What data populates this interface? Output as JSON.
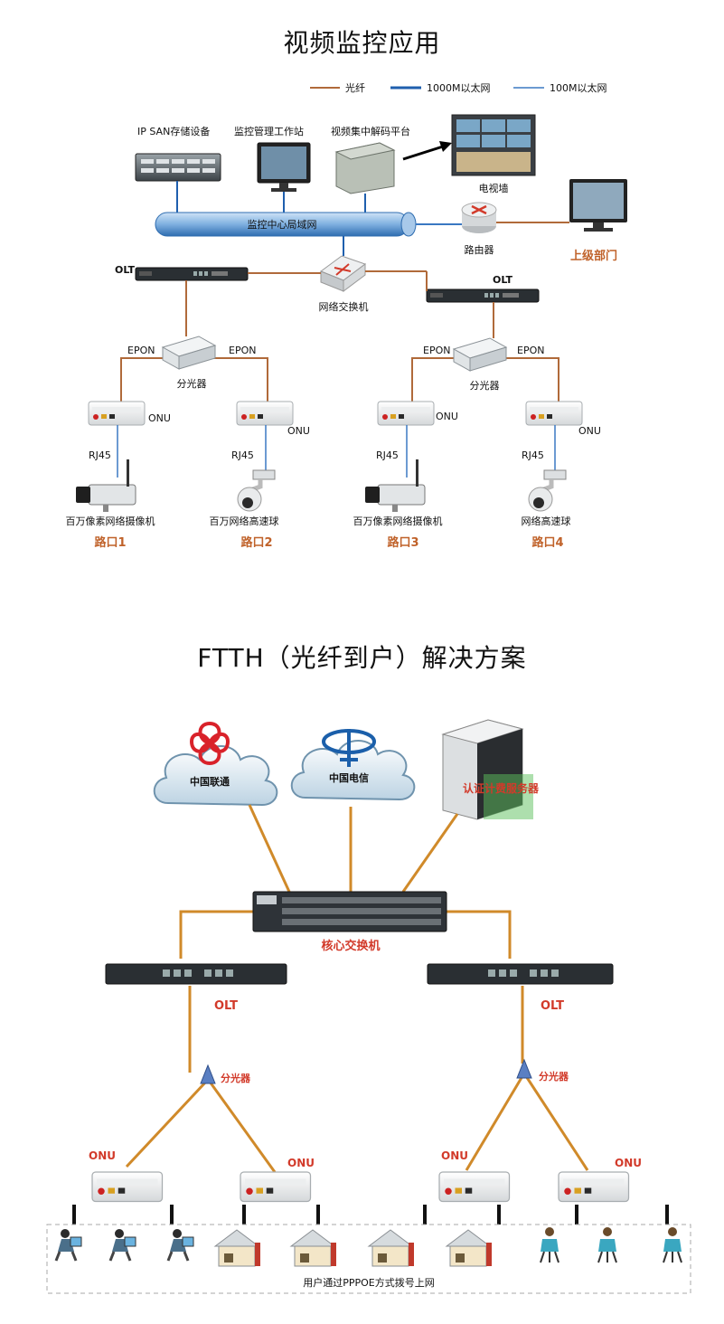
{
  "section1": {
    "title": "视频监控应用",
    "legend": [
      {
        "label": "光纤",
        "color": "#b06a3a"
      },
      {
        "label": "1000M以太网",
        "color": "#1f5fae"
      },
      {
        "label": "100M以太网",
        "color": "#3a78c2"
      }
    ],
    "devices": {
      "san": "IP SAN存储设备",
      "workstation": "监控管理工作站",
      "decoder": "视频集中解码平台",
      "tvwall": "电视墙",
      "lan": "监控中心局域网",
      "router": "路由器",
      "upper": "上级部门",
      "switch": "网络交换机",
      "olt_left": "OLT",
      "olt_right": "OLT",
      "splitter_left": "分光器",
      "splitter_right": "分光器",
      "epon": [
        "EPON",
        "EPON",
        "EPON",
        "EPON"
      ],
      "onu": [
        "ONU",
        "ONU",
        "ONU",
        "ONU"
      ],
      "rj45": [
        "RJ45",
        "RJ45",
        "RJ45",
        "RJ45"
      ],
      "cameras": [
        "百万像素网络摄像机",
        "百万网络高速球",
        "百万像素网络摄像机",
        "网络高速球"
      ],
      "roads": [
        "路口1",
        "路口2",
        "路口3",
        "路口4"
      ]
    }
  },
  "section2": {
    "title": "FTTH（光纤到户）解决方案",
    "unicom": "中国联通",
    "telecom": "中国电信",
    "auth_server": "认证计费服务器",
    "core_switch": "核心交换机",
    "olt_left": "OLT",
    "olt_right": "OLT",
    "splitter_left": "分光器",
    "splitter_right": "分光器",
    "onu": [
      "ONU",
      "ONU",
      "ONU",
      "ONU"
    ],
    "users_caption": "用户通过PPPOE方式拨号上网"
  }
}
